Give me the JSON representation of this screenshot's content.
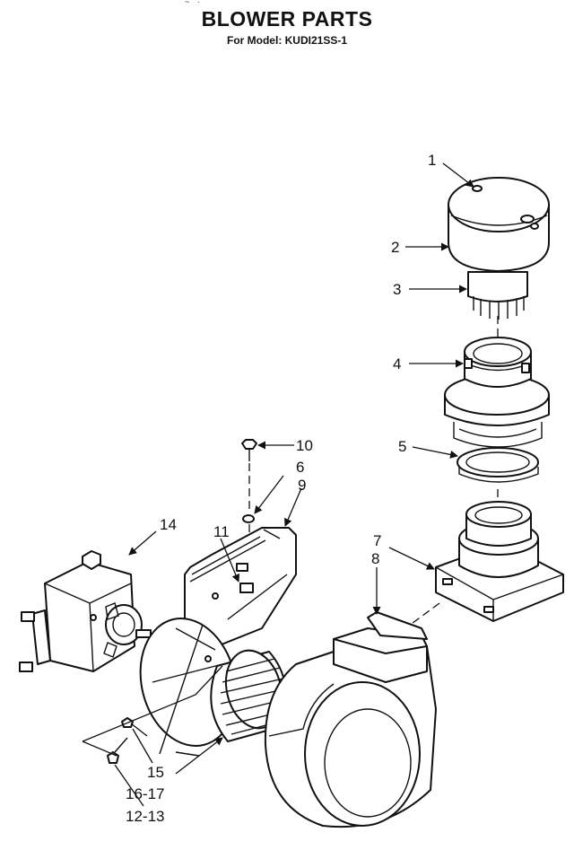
{
  "header": {
    "top_mark": "~ ·",
    "title": "BLOWER PARTS",
    "subtitle": "For Model: KUDI21SS-1"
  },
  "callouts": {
    "c1": "1",
    "c2": "2",
    "c3": "3",
    "c4": "4",
    "c5": "5",
    "c6": "6",
    "c7": "7",
    "c8": "8",
    "c9": "9",
    "c10": "10",
    "c11": "11",
    "c14": "14",
    "c15": "15",
    "c16_17": "16-17",
    "c12_13": "12-13"
  }
}
